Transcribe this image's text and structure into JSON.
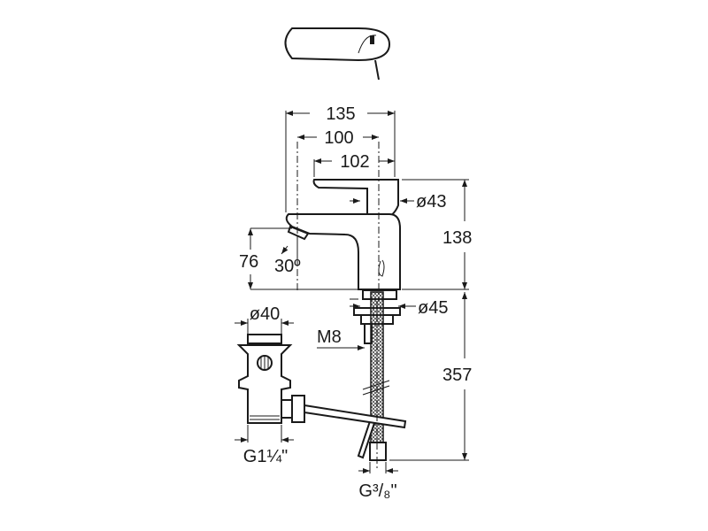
{
  "dimensions": {
    "overall_reach": "135",
    "spout_reach": "100",
    "handle_reach": "102",
    "handle_diameter": "ø43",
    "faucet_height": "138",
    "spout_height": "76",
    "spout_angle": "30º",
    "base_diameter": "ø45",
    "drain_diameter": "ø40",
    "stud_thread": "M8",
    "hose_length": "357",
    "drain_thread": "G1¼\"",
    "hose_thread": "G³/₈\""
  }
}
